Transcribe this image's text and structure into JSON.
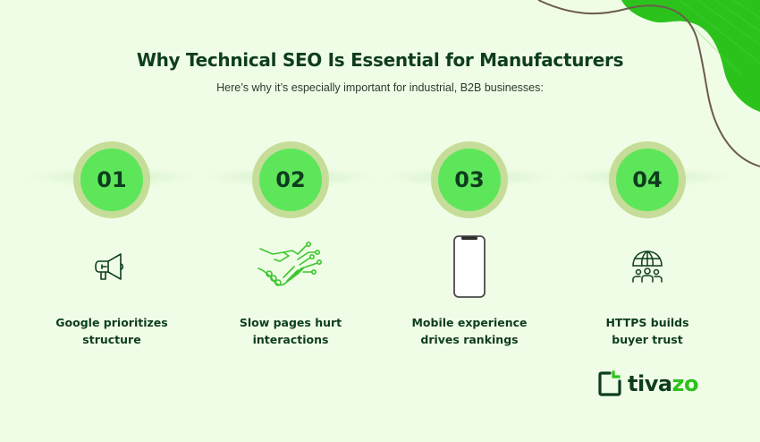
{
  "header": {
    "title": "Why Technical SEO Is Essential for Manufacturers",
    "subtitle": "Here’s why it’s especially important for industrial, B2B businesses:"
  },
  "steps": [
    {
      "number": "01",
      "icon": "megaphone-icon",
      "line1": "Google prioritizes",
      "line2": "structure"
    },
    {
      "number": "02",
      "icon": "digital-handshake-icon",
      "line1": "Slow pages hurt",
      "line2": "interactions"
    },
    {
      "number": "03",
      "icon": "smartphone-icon",
      "line1": "Mobile experience",
      "line2": "drives rankings"
    },
    {
      "number": "04",
      "icon": "globe-people-icon",
      "line1": "HTTPS builds",
      "line2": "buyer trust"
    }
  ],
  "brand": {
    "name_part1": "tiva",
    "name_part2": "zo"
  },
  "colors": {
    "background": "#f0fde6",
    "dark_green": "#0d3d1e",
    "bright_green": "#2bc21c",
    "circle_fill": "#5ee65a",
    "circle_ring": "#c5dd98",
    "curve_line": "#6b5c4e"
  }
}
